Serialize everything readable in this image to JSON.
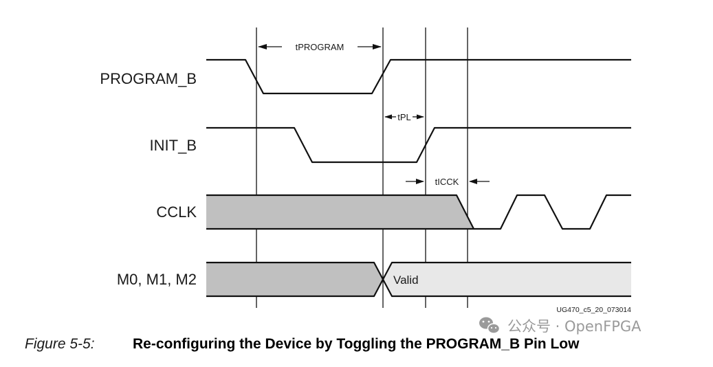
{
  "signals": {
    "program_b": "PROGRAM_B",
    "init_b": "INIT_B",
    "cclk": "CCLK",
    "modes": "M0, M1, M2"
  },
  "timing": {
    "t_program": "tPROGRAM",
    "t_pl": "tPL",
    "t_icck": "tICCK"
  },
  "mode_state": "Valid",
  "reference_id": "UG470_c5_20_073014",
  "watermark": {
    "text": "公众号 · OpenFPGA",
    "icon": "wechat-icon"
  },
  "caption": {
    "number": "Figure 5-5:",
    "title": "Re-configuring the Device by Toggling the PROGRAM_B Pin Low"
  },
  "colors": {
    "bus_fill_dark": "#c0c0c0",
    "bus_fill_light": "#e8e8e8",
    "line": "#111111"
  }
}
